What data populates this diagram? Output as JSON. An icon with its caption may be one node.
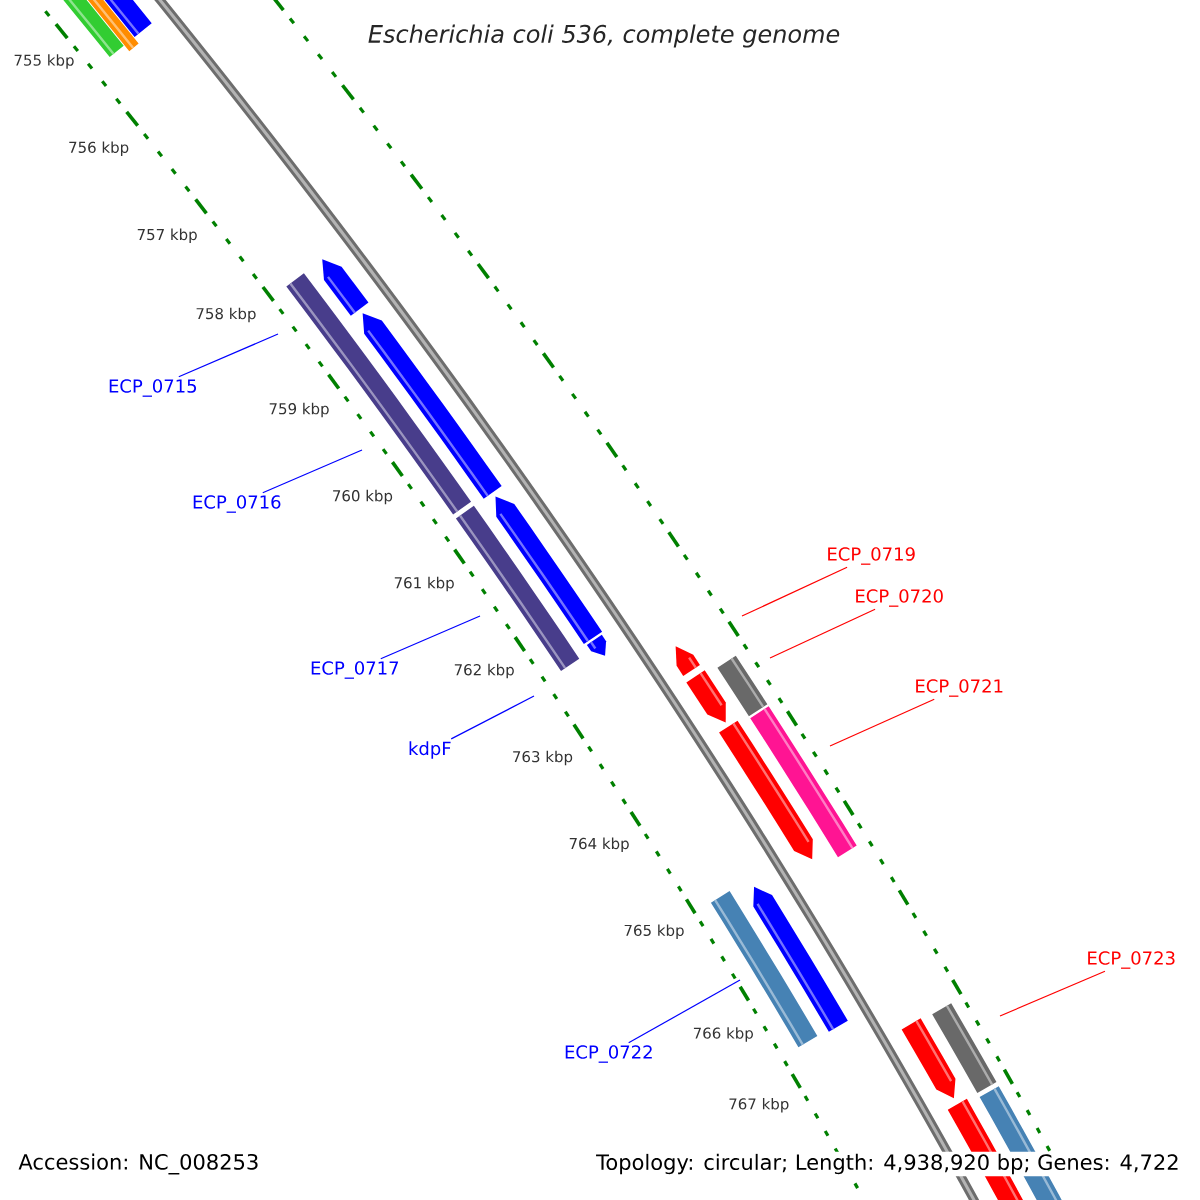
{
  "diagram": {
    "title": "Escherichia coli 536, complete genome",
    "nodes": [
      {
        "text": [
          "ECP_0715"
        ]
      },
      {
        "text": [
          "ECP_0716"
        ]
      },
      {
        "text": [
          "ECP_0719"
        ]
      },
      {
        "text": [
          "ECP_0720"
        ]
      },
      {
        "text": [
          "ECP_0717"
        ]
      },
      {
        "text": [
          "ECP_0721"
        ]
      },
      {
        "text": [
          "kdpF"
        ]
      },
      {
        "text": [
          "ECP_0723"
        ]
      },
      {
        "text": [
          "ECP_0722"
        ]
      }
    ],
    "edges": [
      {
        "from": 0,
        "to": null,
        "arrow": "none"
      },
      {
        "from": 1,
        "to": null,
        "arrow": "none"
      },
      {
        "from": 2,
        "to": null,
        "arrow": "none",
        "color": "#ff0000"
      },
      {
        "from": 3,
        "to": null,
        "arrow": "none",
        "color": "#ff0000"
      },
      {
        "from": 4,
        "to": null,
        "arrow": "none"
      },
      {
        "from": 5,
        "to": null,
        "arrow": "none",
        "color": "#ff0000"
      },
      {
        "from": 6,
        "to": null,
        "arrow": "none"
      },
      {
        "from": 7,
        "to": null,
        "arrow": "none",
        "color": "#ff0000"
      },
      {
        "from": 8,
        "to": null,
        "arrow": "none"
      }
    ],
    "labels": [
      "755 kbp",
      "756 kbp",
      "757 kbp",
      "758 kbp",
      "759 kbp",
      "760 kbp",
      "761 kbp",
      "762 kbp",
      "763 kbp",
      "764 kbp",
      "765 kbp",
      "766 kbp",
      "767 kbp",
      "Accession: NC_008253",
      "Topology: circular; Length: 4,938,920 bp; Genes: 4,722"
    ]
  }
}
